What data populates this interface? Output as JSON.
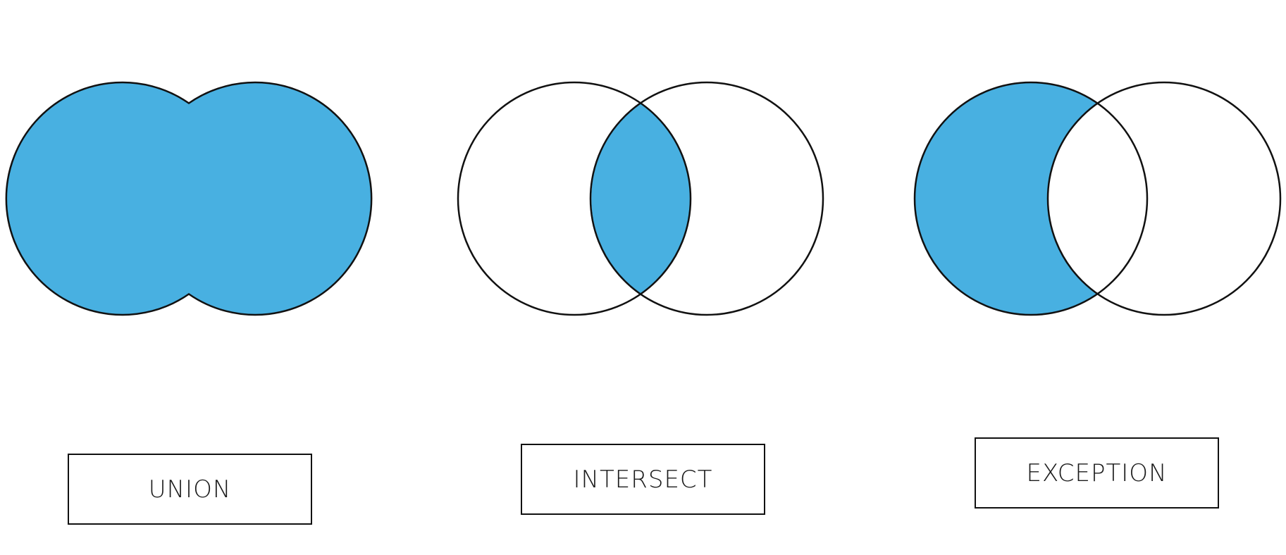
{
  "colors": {
    "fill": "#48b0e1",
    "stroke": "#111111",
    "background": "#ffffff"
  },
  "diagrams": [
    {
      "operation": "union",
      "label": "UNION"
    },
    {
      "operation": "intersect",
      "label": "INTERSECT"
    },
    {
      "operation": "exception",
      "label": "EXCEPTION"
    }
  ]
}
